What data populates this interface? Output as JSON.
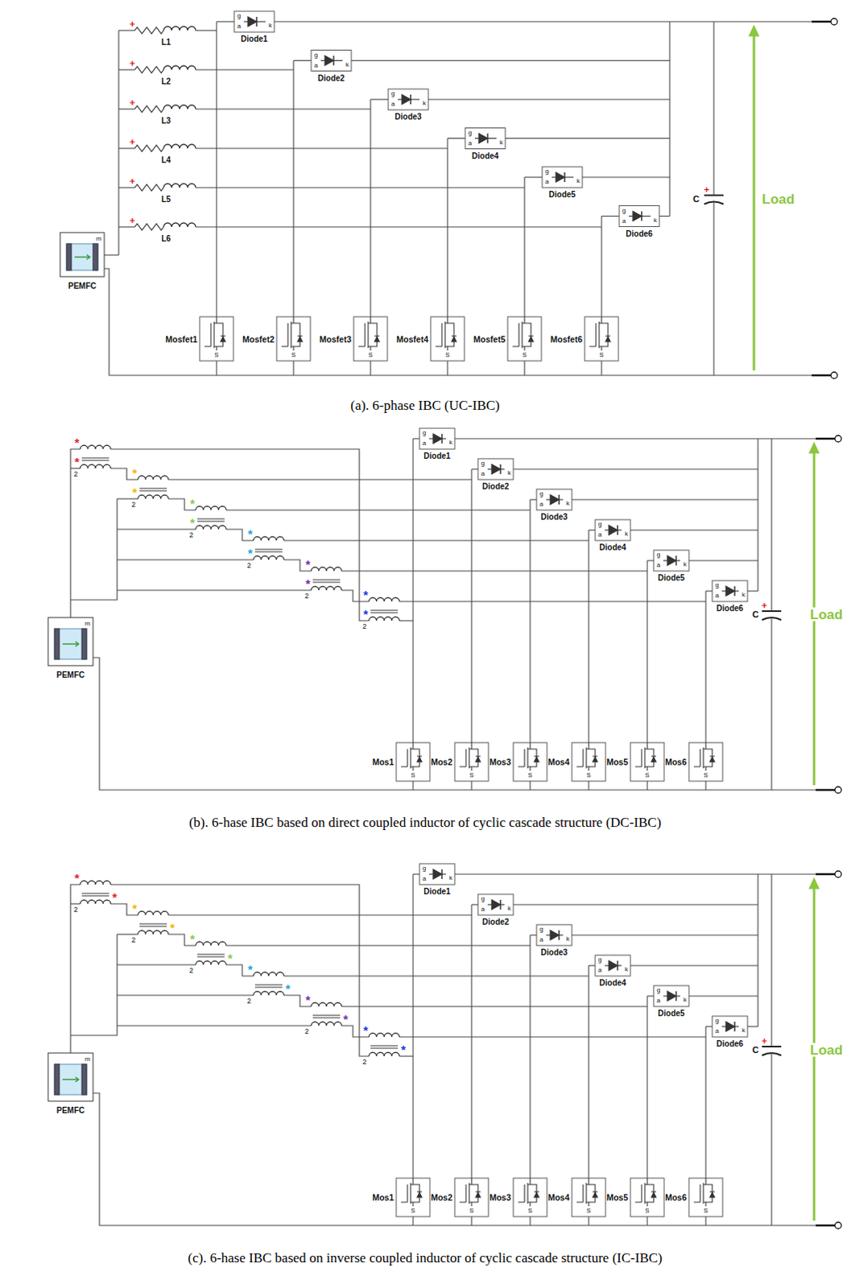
{
  "diagram": {
    "labels": [
      "Diode1",
      "g",
      "a",
      "k",
      "Diode2",
      "g",
      "a",
      "k",
      "Diode3",
      "g",
      "a",
      "k",
      "Diode4",
      "g",
      "a",
      "k",
      "Diode5",
      "g",
      "a",
      "k",
      "Diode6",
      "g",
      "a",
      "k",
      "L1",
      "L2",
      "L3",
      "L4",
      "L5",
      "L6",
      "PEMFC",
      "m",
      "Mosfet1",
      "S",
      "Mosfet2",
      "S",
      "Mosfet3",
      "S",
      "Mosfet4",
      "S",
      "Mosfet5",
      "S",
      "Mosfet6",
      "S",
      "C",
      "Load",
      "(a). 6-phase IBC (UC-IBC)",
      "Diode1",
      "g",
      "a",
      "k",
      "Diode2",
      "g",
      "a",
      "k",
      "Diode3",
      "g",
      "a",
      "k",
      "Diode4",
      "g",
      "a",
      "k",
      "Diode5",
      "g",
      "a",
      "k",
      "Diode6",
      "g",
      "a",
      "k",
      "*",
      "*",
      "2",
      "*",
      "*",
      "2",
      "*",
      "*",
      "2",
      "*",
      "*",
      "2",
      "*",
      "*",
      "2",
      "*",
      "*",
      "2",
      "PEMFC",
      "m",
      "Mos1",
      "S",
      "Mos2",
      "S",
      "Mos3",
      "S",
      "Mos4",
      "S",
      "Mos5",
      "S",
      "Mos6",
      "S",
      "C",
      "Load",
      "(b). 6-hase IBC based on direct coupled inductor of cyclic cascade structure (DC-IBC)",
      "Diode1",
      "g",
      "a",
      "k",
      "Diode2",
      "g",
      "a",
      "k",
      "Diode3",
      "g",
      "a",
      "k",
      "Diode4",
      "g",
      "a",
      "k",
      "Diode5",
      "g",
      "a",
      "k",
      "Diode6",
      "g",
      "a",
      "k",
      "*",
      "*",
      "2",
      "*",
      "*",
      "2",
      "*",
      "*",
      "2",
      "*",
      "*",
      "2",
      "*",
      "*",
      "2",
      "*",
      "*",
      "2",
      "PEMFC",
      "m",
      "Mos1",
      "S",
      "Mos2",
      "S",
      "Mos3",
      "S",
      "Mos4",
      "S",
      "Mos5",
      "S",
      "Mos6",
      "S",
      "C",
      "Load",
      "(c). 6-hase IBC based on inverse coupled inductor of cyclic cascade structure (IC-IBC)"
    ]
  }
}
